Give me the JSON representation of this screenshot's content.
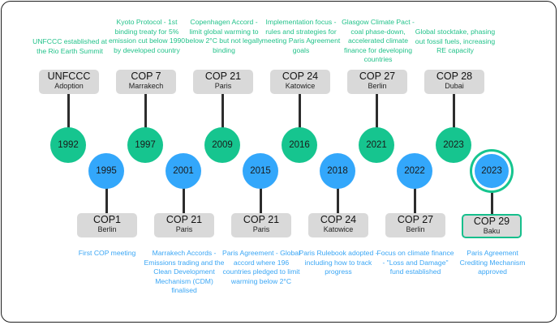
{
  "colors": {
    "top_node": "#16c58f",
    "bottom_node": "#33a7fb",
    "top_text": "#22c28a",
    "bottom_text": "#3aa6f5",
    "label_bg": "#d9d9d9",
    "highlight_border": "#16bf8c"
  },
  "top_events": [
    {
      "year": "1992",
      "title": "UNFCCC",
      "place": "Adoption",
      "desc": "UNFCCC established at the Rio Earth Summit"
    },
    {
      "year": "1997",
      "title": "COP 7",
      "place": "Marrakech",
      "desc": "Kyoto Protocol - 1st binding treaty for 5% emission cut below 1990 by developed country"
    },
    {
      "year": "2009",
      "title": "COP 21",
      "place": "Paris",
      "desc": "Copenhagen Accord - limit global warming to below 2°C but not legally binding"
    },
    {
      "year": "2016",
      "title": "COP 24",
      "place": "Katowice",
      "desc": "Implementation focus - rules and strategies for meeting Paris Agreement goals"
    },
    {
      "year": "2021",
      "title": "COP 27",
      "place": "Berlin",
      "desc": "Glasgow Climate Pact - coal phase-down, accelerated climate finance for developing countries"
    },
    {
      "year": "2023",
      "title": "COP 28",
      "place": "Dubai",
      "desc": "Global stocktake, phasing out fossil fuels, increasing RE capacity"
    }
  ],
  "bottom_events": [
    {
      "year": "1995",
      "title": "COP1",
      "place": "Berlin",
      "desc": "First COP meeting"
    },
    {
      "year": "2001",
      "title": "COP 21",
      "place": "Paris",
      "desc": "Marrakech Accords - Emissions trading and the Clean Development Mechanism (CDM) finalised"
    },
    {
      "year": "2015",
      "title": "COP 21",
      "place": "Paris",
      "desc": "Paris Agreement - Global accord where 196 countries pledged to limit warming below 2°C"
    },
    {
      "year": "2018",
      "title": "COP 24",
      "place": "Katowice",
      "desc": "Paris Rulebook adopted - including how to track progress"
    },
    {
      "year": "2022",
      "title": "COP 27",
      "place": "Berlin",
      "desc": "Focus on climate finance - \"Loss and Damage\" fund established"
    },
    {
      "year": "2023",
      "title": "COP 29",
      "place": "Baku",
      "desc": "Paris Agreement Crediting Mechanism approved",
      "highlighted": true
    }
  ]
}
